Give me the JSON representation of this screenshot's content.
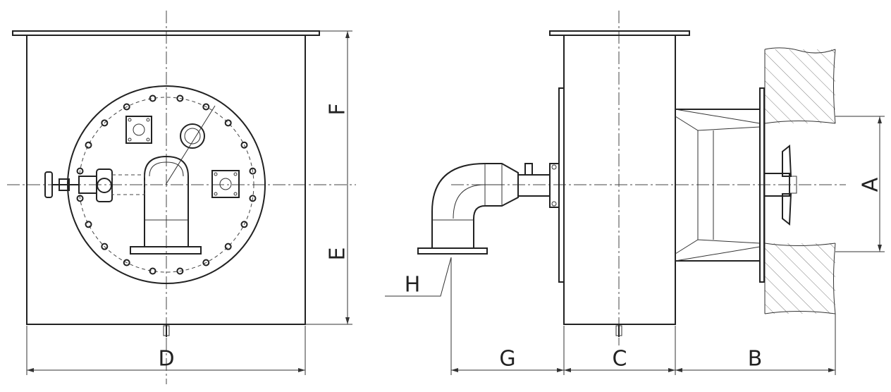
{
  "diagram": {
    "front_view": {
      "dim_height_upper": "F",
      "dim_height_lower": "E",
      "dim_width": "D"
    },
    "side_view": {
      "dim_opening": "A",
      "dim_wall": "B",
      "dim_body": "C",
      "dim_pipe_offset": "G",
      "pipe_flange_label": "H"
    }
  }
}
